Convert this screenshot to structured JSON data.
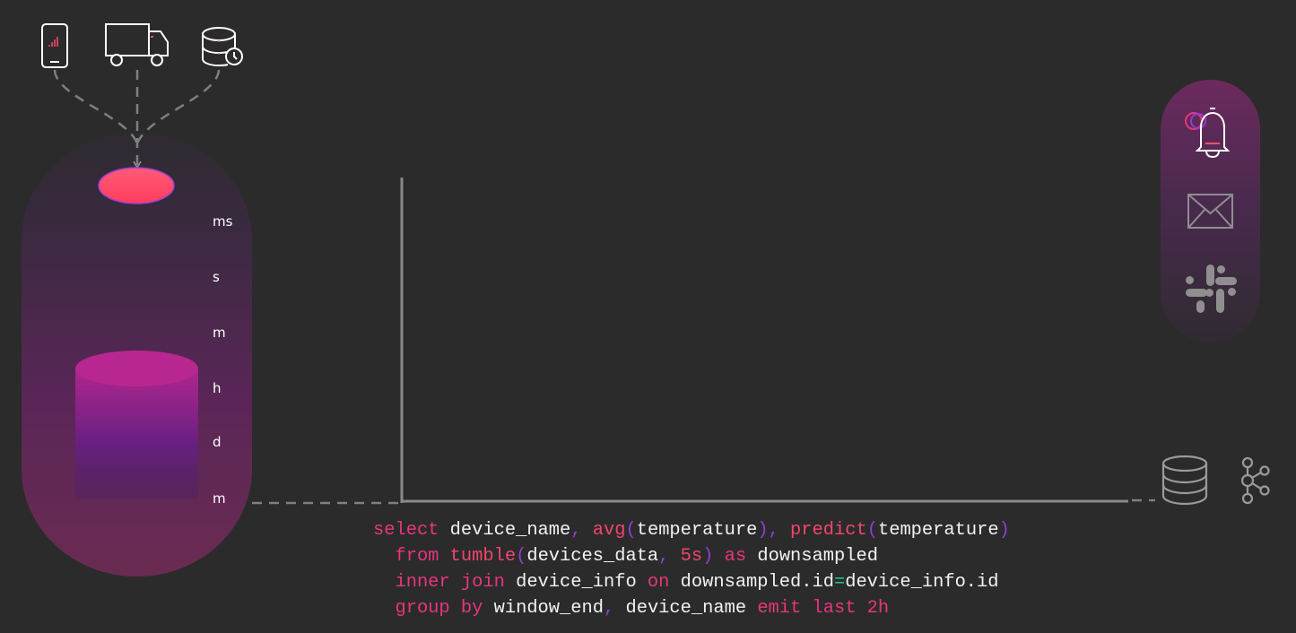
{
  "sources": [
    {
      "name": "phone",
      "icon": "smartphone-icon"
    },
    {
      "name": "truck",
      "icon": "truck-icon"
    },
    {
      "name": "database-clock",
      "icon": "database-clock-icon"
    }
  ],
  "time_scale": [
    "ms",
    "s",
    "m",
    "h",
    "d",
    "m"
  ],
  "destinations_pill": [
    {
      "name": "alerts",
      "icon": "bell-icon"
    },
    {
      "name": "email",
      "icon": "envelope-icon"
    },
    {
      "name": "slack",
      "icon": "slack-icon"
    }
  ],
  "sinks": [
    {
      "name": "database",
      "icon": "database-icon"
    },
    {
      "name": "kafka",
      "icon": "kafka-icon"
    }
  ],
  "sql": {
    "l1": {
      "t1": "select",
      "t2": " device_name",
      "t3": ",",
      "t4": " avg",
      "t5": "(",
      "t6": "temperature",
      "t7": "),",
      "t8": " predict",
      "t9": "(",
      "t10": "temperature",
      "t11": ")"
    },
    "l2": {
      "t1": "  from",
      "t2": " tumble",
      "t3": "(",
      "t4": "devices_data",
      "t5": ",",
      "t6": " 5s",
      "t7": ")",
      "t8": " as",
      "t9": " downsampled"
    },
    "l3": {
      "t1": "  inner join",
      "t2": " device_info",
      "t3": " on",
      "t4": " downsampled.id",
      "t5": "=",
      "t6": "device_info.id"
    },
    "l4": {
      "t1": "  group by",
      "t2": " window_end",
      "t3": ",",
      "t4": " device_name",
      "t5": " emit last 2h"
    }
  },
  "colors": {
    "background": "#2b2b2b",
    "keyword": "#e8357d",
    "punct": "#8e3fd0",
    "accent_pink": "#ff4f6e",
    "accent_purple": "#a52fb8"
  }
}
